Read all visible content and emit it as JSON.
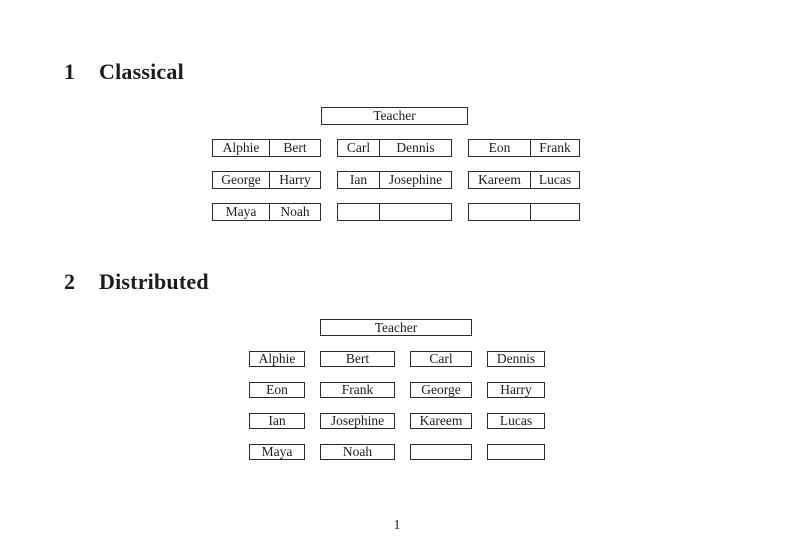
{
  "page_number": "1",
  "sections": [
    {
      "number": "1",
      "title": "Classical"
    },
    {
      "number": "2",
      "title": "Distributed"
    }
  ],
  "classical": {
    "teacher_label": "Teacher",
    "desks": [
      [
        [
          "Alphie",
          "Bert"
        ],
        [
          "Carl",
          "Dennis"
        ],
        [
          "Eon",
          "Frank"
        ]
      ],
      [
        [
          "George",
          "Harry"
        ],
        [
          "Ian",
          "Josephine"
        ],
        [
          "Kareem",
          "Lucas"
        ]
      ],
      [
        [
          "Maya",
          "Noah"
        ],
        [
          "",
          ""
        ],
        [
          "",
          ""
        ]
      ]
    ]
  },
  "distributed": {
    "teacher_label": "Teacher",
    "desks": [
      [
        "Alphie",
        "Bert",
        "Carl",
        "Dennis"
      ],
      [
        "Eon",
        "Frank",
        "George",
        "Harry"
      ],
      [
        "Ian",
        "Josephine",
        "Kareem",
        "Lucas"
      ],
      [
        "Maya",
        "Noah",
        "",
        ""
      ]
    ]
  }
}
